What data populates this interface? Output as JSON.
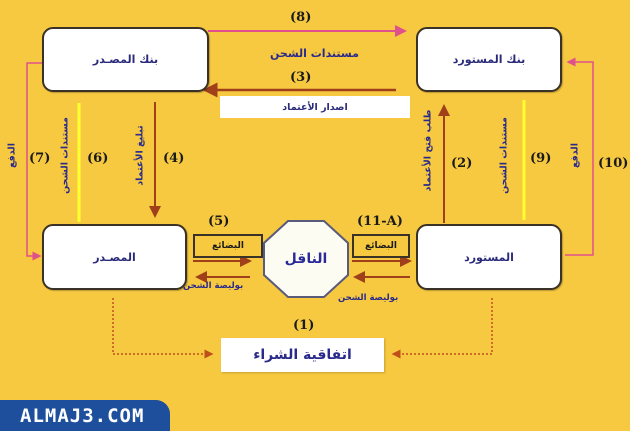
{
  "diagram": {
    "type": "letter-of-credit-flow",
    "colors": {
      "background": "#f7c940",
      "box_fill": "#ffffff",
      "box_border": "#3a3226",
      "text_blue": "#2a2a8a",
      "line_pink": "#e0508a",
      "line_brown": "#a0401a",
      "line_yellow": "#ffff30",
      "line_salmon": "#e8706a",
      "dotted_line": "#c0501a",
      "watermark_bg": "#1d4f9c"
    },
    "nodes": {
      "exporter_bank": "بنك المصـدر",
      "importer_bank": "بنك المستورد",
      "exporter": "المصـدر",
      "importer": "المستورد",
      "carrier": "الناقل",
      "agreement": "اتفاقية الشراء"
    },
    "steps": {
      "s1": {
        "number": "(1)",
        "label": "اتفاقية الشراء"
      },
      "s2": {
        "number": "(2)",
        "label": "طلب فتح الأعتماد"
      },
      "s3": {
        "number": "(3)",
        "label": "اصدار الأعتماد"
      },
      "s4": {
        "number": "(4)",
        "label": "تبليغ الأعتماد"
      },
      "s5": {
        "number": "(5)",
        "goods": "البضائع",
        "bill": "بوليصة الشحن"
      },
      "s6": {
        "number": "(6)",
        "label": "مستندات الشحن"
      },
      "s7": {
        "number": "(7)",
        "label": "الدفع"
      },
      "s8": {
        "number": "(8)",
        "label": "مستندات الشحن"
      },
      "s9": {
        "number": "(9)",
        "label": "مستندات الشحن"
      },
      "s10": {
        "number": "(10)",
        "label": "الدفع"
      },
      "s11": {
        "number": "(11-A)",
        "goods": "البضائع",
        "bill": "بوليصة الشحن"
      }
    }
  },
  "watermark": {
    "text": "ALMAJ3.COM"
  }
}
